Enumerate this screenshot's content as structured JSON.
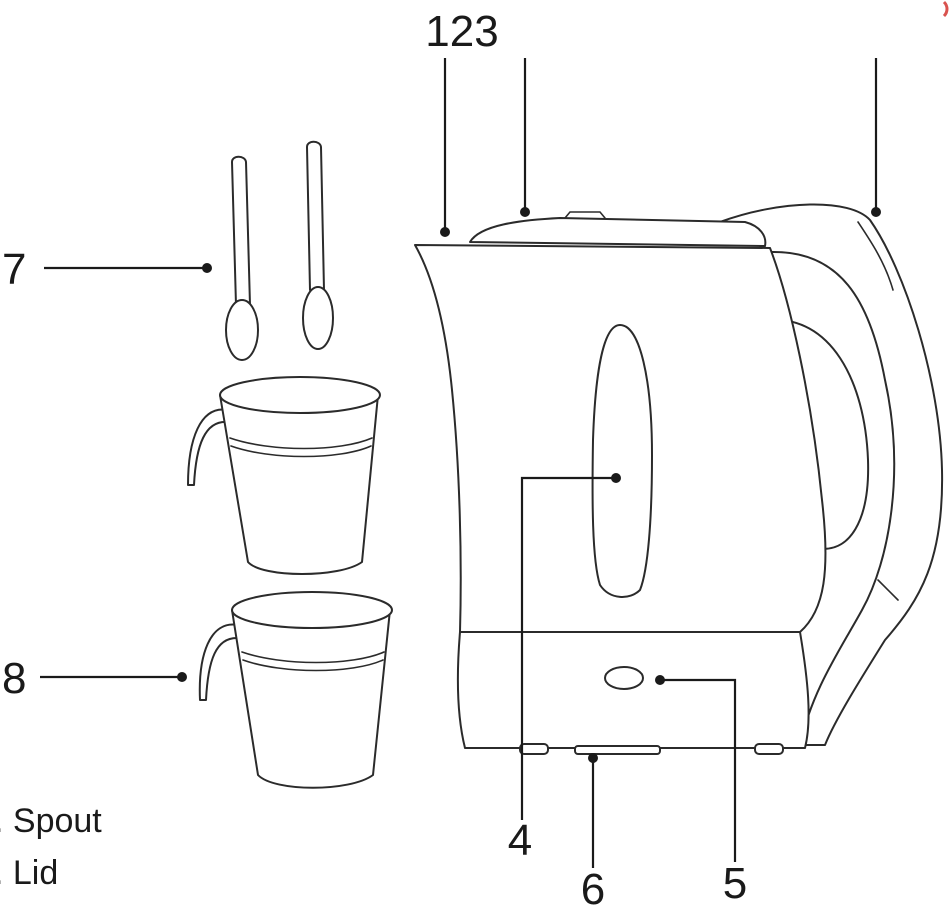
{
  "callouts": {
    "top_group": "123",
    "lid_pointer": "",
    "handle_pointer": "",
    "water_window": "4",
    "power_button": "5",
    "base_feet": "6",
    "spoons": "7",
    "cups": "8"
  },
  "legend": {
    "item_1": ". Spout",
    "item_2": ". Lid"
  },
  "colors": {
    "line": "#1a1a1a",
    "background": "#ffffff",
    "corner_mark": "#d9534f"
  }
}
